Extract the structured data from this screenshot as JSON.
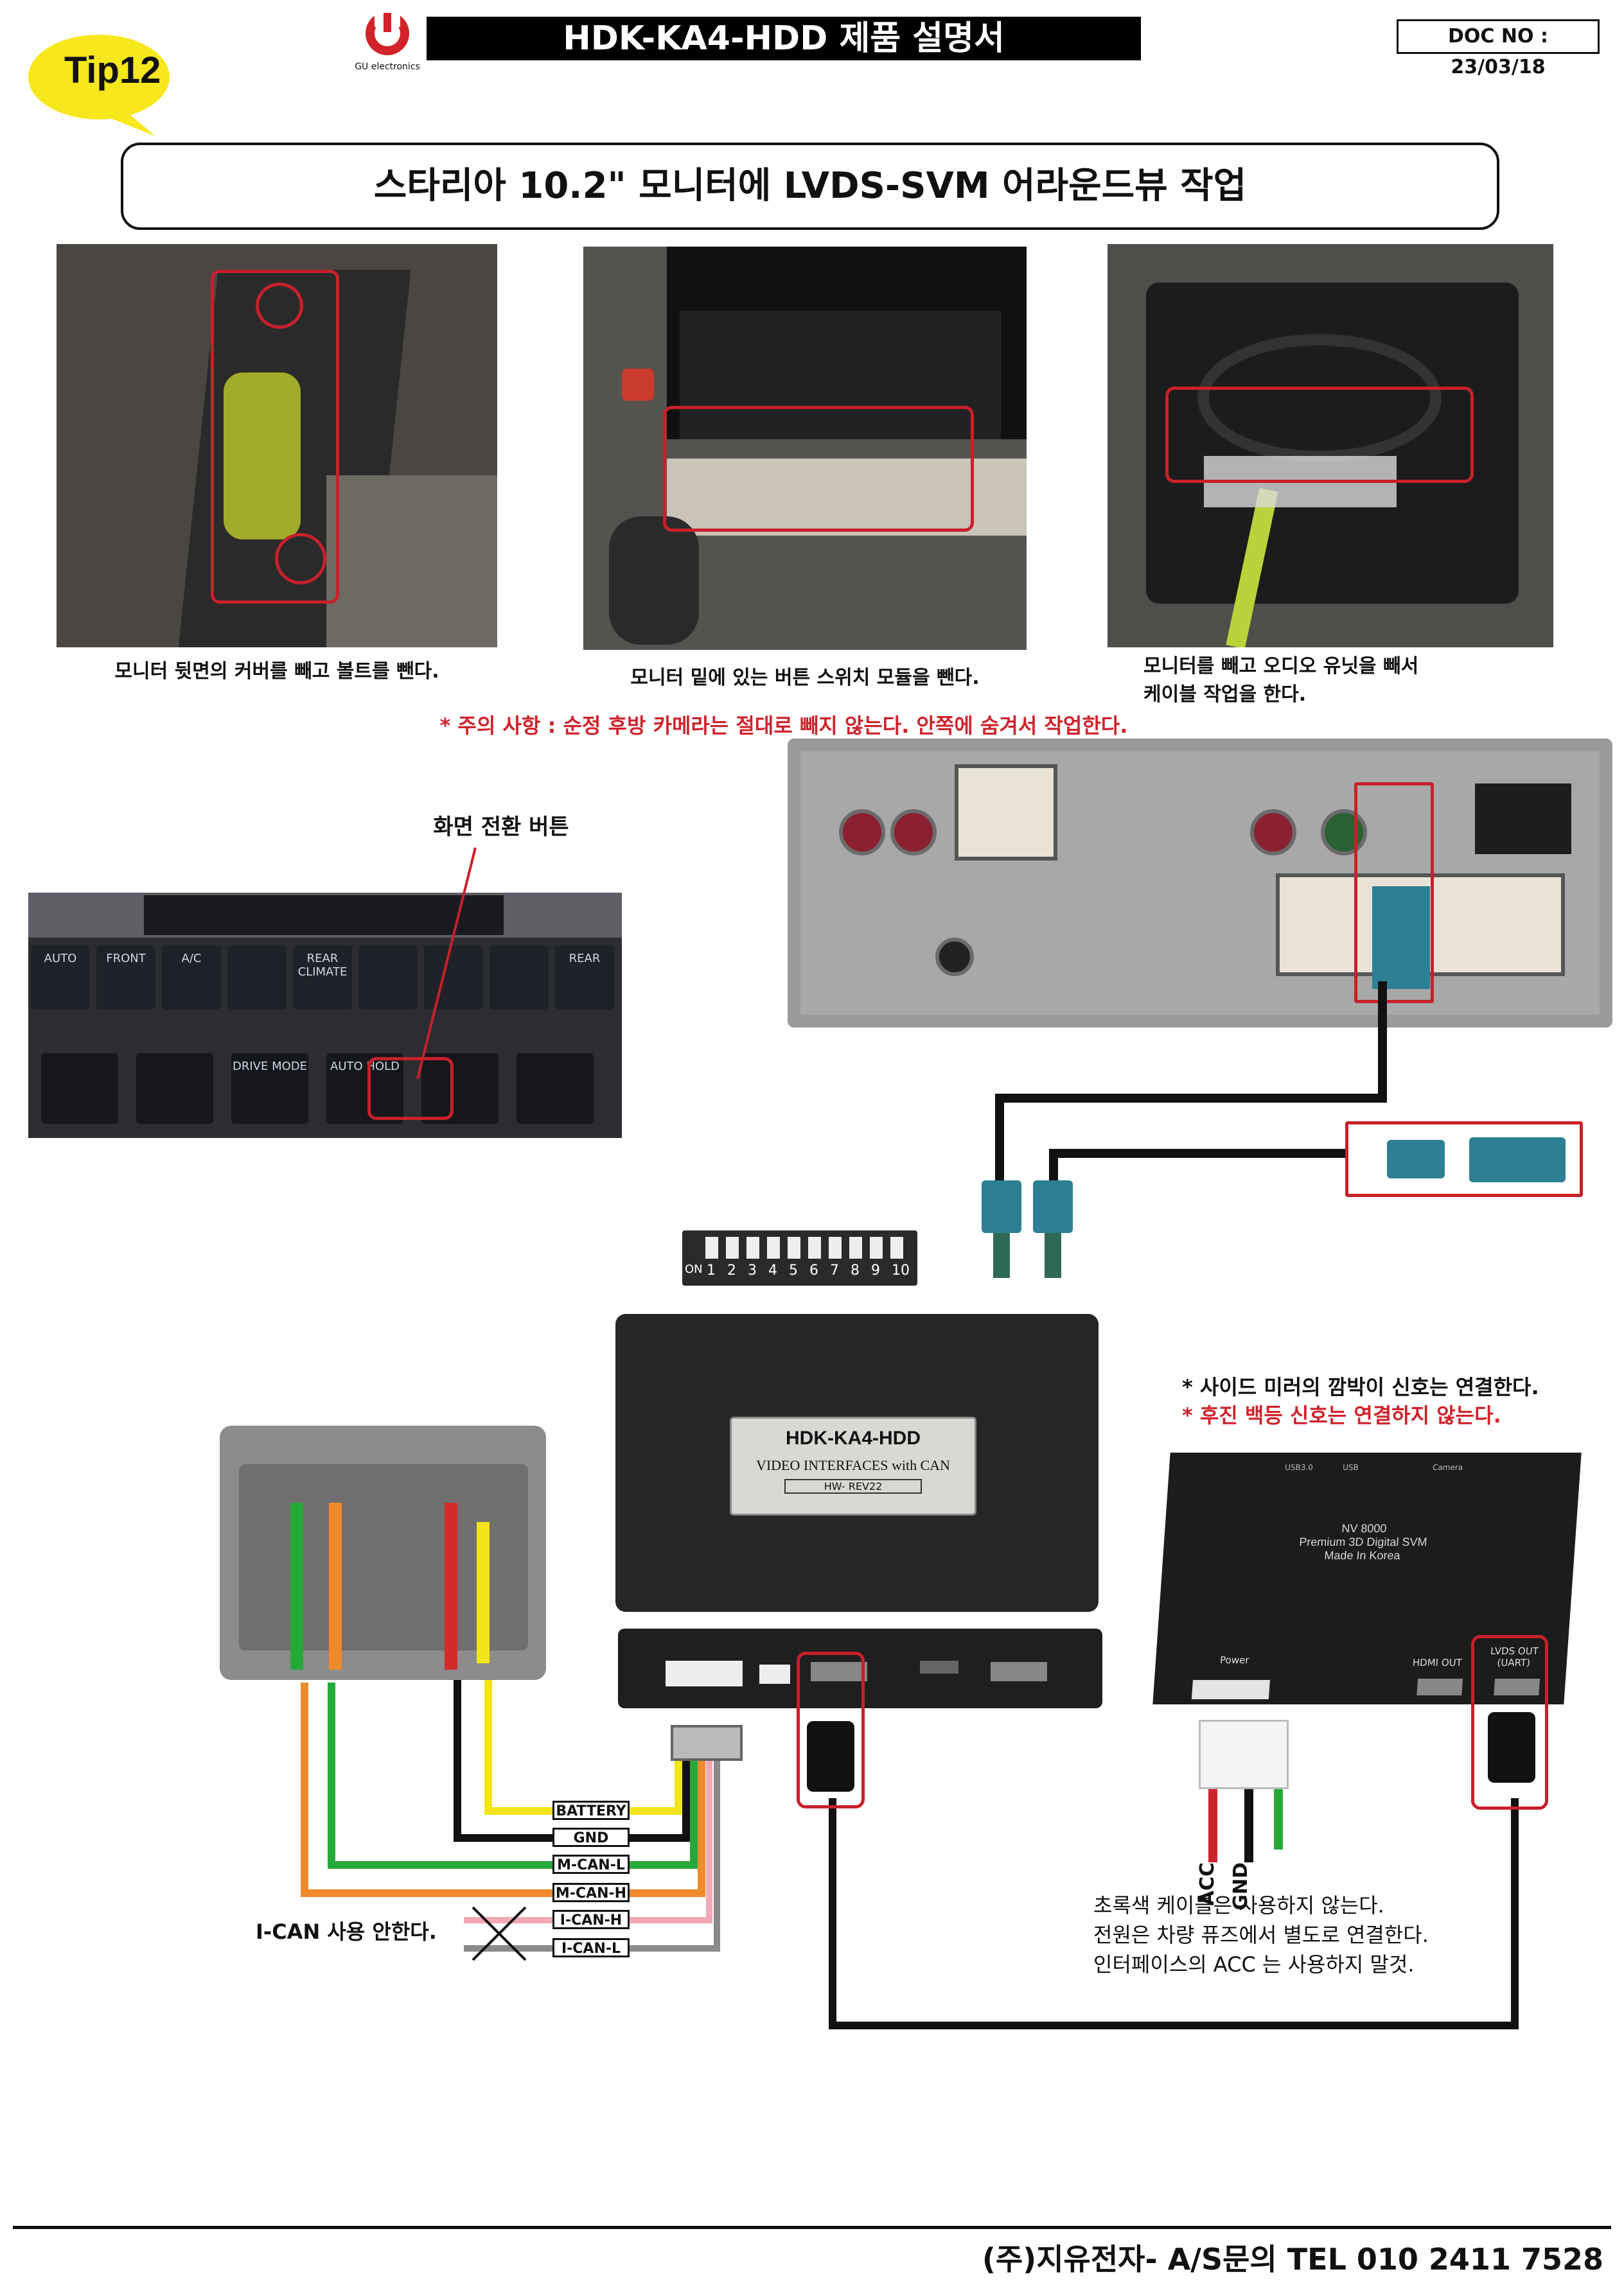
{
  "header": {
    "tip_label": "Tip12",
    "logo_text": "GU electronics",
    "title": "HDK-KA4-HDD 제품 설명서",
    "doc_no": "DOC NO : 23/03/18"
  },
  "banner": {
    "text": "스타리아 10.2\" 모니터에  LVDS-SVM 어라운드뷰 작업"
  },
  "steps": [
    {
      "caption": "모니터 뒷면의 커버를 빼고 볼트를 뺀다."
    },
    {
      "caption": "모니터 밑에 있는 버튼 스위치 모듈을 뺀다."
    },
    {
      "caption_line1": "모니터를 빼고 오디오 유닛을 빼서",
      "caption_line2": "케이블 작업을 한다."
    }
  ],
  "warning_top": "* 주의 사항 : 순정 후방 카메라는 절대로 빼지 않는다. 안쪽에 숨겨서 작업한다.",
  "screen_switch_label": "화면 전환 버튼",
  "panel_buttons_top": [
    "AUTO",
    "FRONT",
    "A/C",
    "",
    "REAR CLIMATE",
    "",
    "",
    "",
    "REAR"
  ],
  "panel_buttons_bottom": [
    "",
    "",
    "DRIVE MODE",
    "AUTO HOLD",
    "",
    ""
  ],
  "dip_switch": {
    "prefix": "ON",
    "numbers": [
      "1",
      "2",
      "3",
      "4",
      "5",
      "6",
      "7",
      "8",
      "9",
      "10"
    ]
  },
  "device_main": {
    "name": "HDK-KA4-HDD",
    "subtitle": "VIDEO INTERFACES with CAN",
    "revision": "HW- REV22"
  },
  "device_svm": {
    "line1": "NV 8000",
    "line2": "Premium 3D Digital SVM",
    "line3": "Made In Korea",
    "power_label": "Power",
    "hdmi_label": "HDMI OUT",
    "lvds_label_1": "LVDS OUT",
    "lvds_label_2": "(UART)",
    "top_labels": [
      "USB3.0",
      "USB",
      "Camera"
    ]
  },
  "notes_right": {
    "line1": "* 사이드 미러의 깜박이 신호는 연결한다.",
    "line2": "* 후진 백등 신호는 연결하지 않는다."
  },
  "wire_labels": [
    "BATTERY",
    "GND",
    "M-CAN-L",
    "M-CAN-H",
    "I-CAN-H",
    "I-CAN-L"
  ],
  "ican_note": "I-CAN 사용 안한다.",
  "power_pins": [
    "ACC",
    "GND"
  ],
  "notes_bottom": {
    "line1": "초록색 케이블은 사용하지 않는다.",
    "line2": "전원은 차량 퓨즈에서 별도로 연결한다.",
    "line3": "인터페이스의 ACC 는 사용하지 말것."
  },
  "footer": {
    "text": "(주)지유전자- A/S문의 TEL 010 2411 7528"
  },
  "colors": {
    "title_bar": "#000000",
    "tip_bubble": "#f7e71c",
    "warning_red": "#d0222c",
    "highlight_box": "#c8202a",
    "wire_battery": "#f2e41a",
    "wire_gnd": "#111111",
    "wire_mcan_l": "#27a93a",
    "wire_mcan_h": "#ef8a2b",
    "wire_ican_h": "#f3a8b8",
    "wire_ican_l": "#8a8a8a",
    "fakra_blue": "#2d7f93"
  }
}
